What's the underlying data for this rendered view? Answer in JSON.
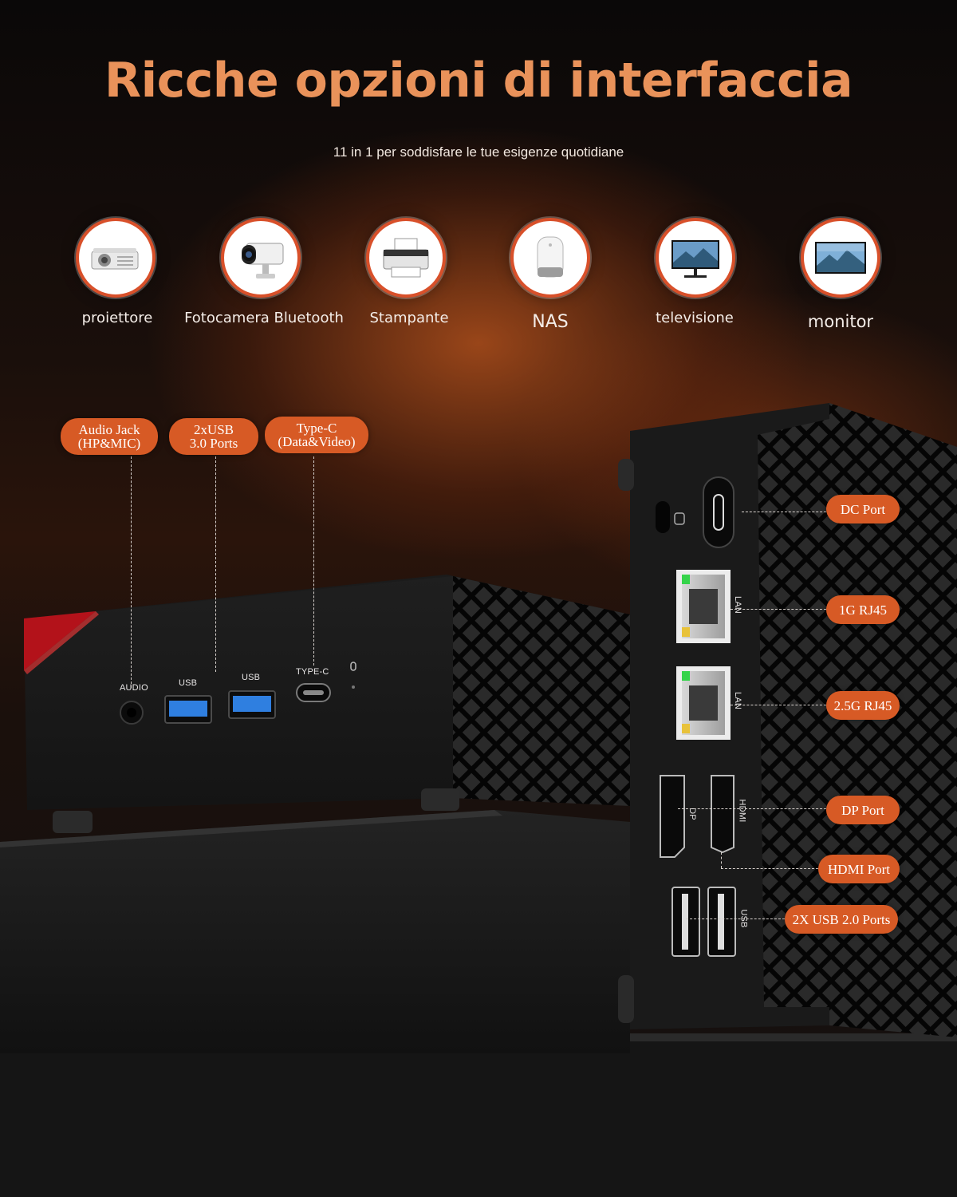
{
  "header": {
    "title": "Ricche opzioni di interfaccia",
    "subtitle": "11 in 1 per soddisfare le tue esigenze quotidiane"
  },
  "devices": [
    {
      "label": "proiettore",
      "icon": "projector-icon"
    },
    {
      "label": "Fotocamera Bluetooth",
      "icon": "camera-icon"
    },
    {
      "label": "Stampante",
      "icon": "printer-icon"
    },
    {
      "label": "NAS",
      "icon": "nas-icon"
    },
    {
      "label": "televisione",
      "icon": "television-icon"
    },
    {
      "label": "monitor",
      "icon": "monitor-icon"
    }
  ],
  "front_callouts": [
    {
      "label": "Audio Jack\n(HP&MIC)"
    },
    {
      "label": "2xUSB\n3.0 Ports"
    },
    {
      "label": "Type-C\n(Data&Video)"
    }
  ],
  "side_callouts": [
    {
      "label": "DC Port"
    },
    {
      "label": "1G RJ45"
    },
    {
      "label": "2.5G RJ45"
    },
    {
      "label": "DP Port"
    },
    {
      "label": "HDMI Port"
    },
    {
      "label": "2X USB 2.0 Ports"
    }
  ],
  "front_port_labels": {
    "audio": "AUDIO",
    "usb1": "USB",
    "usb2": "USB",
    "typec": "TYPE-C"
  },
  "side_port_labels": {
    "lan1": "LAN",
    "lan2": "LAN",
    "dp": "DP",
    "hdmi": "HDMI",
    "usb": "USB"
  },
  "colors": {
    "accent": "#d75a25",
    "title": "#e9925a",
    "usb_blue": "#2f7fe0"
  }
}
